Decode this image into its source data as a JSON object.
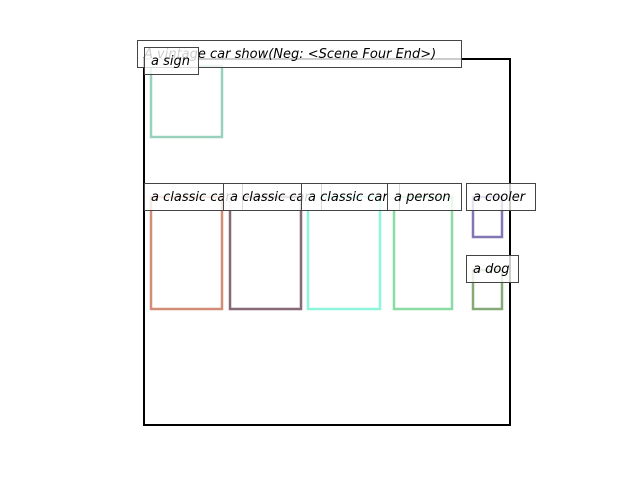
{
  "title": "A vintage car show(Neg: <Scene Four End>)",
  "boxes": [
    {
      "id": "sign",
      "label": "a sign",
      "color": "#99d1bc"
    },
    {
      "id": "car1",
      "label": "a classic car",
      "color": "#d38d77"
    },
    {
      "id": "car2",
      "label": "a classic car",
      "color": "#866876"
    },
    {
      "id": "car3",
      "label": "a classic car",
      "color": "#8ff5dc"
    },
    {
      "id": "person",
      "label": "a person",
      "color": "#8bdba6"
    },
    {
      "id": "cooler",
      "label": "a cooler",
      "color": "#8276b5"
    },
    {
      "id": "dog",
      "label": "a dog",
      "color": "#86a978"
    }
  ]
}
